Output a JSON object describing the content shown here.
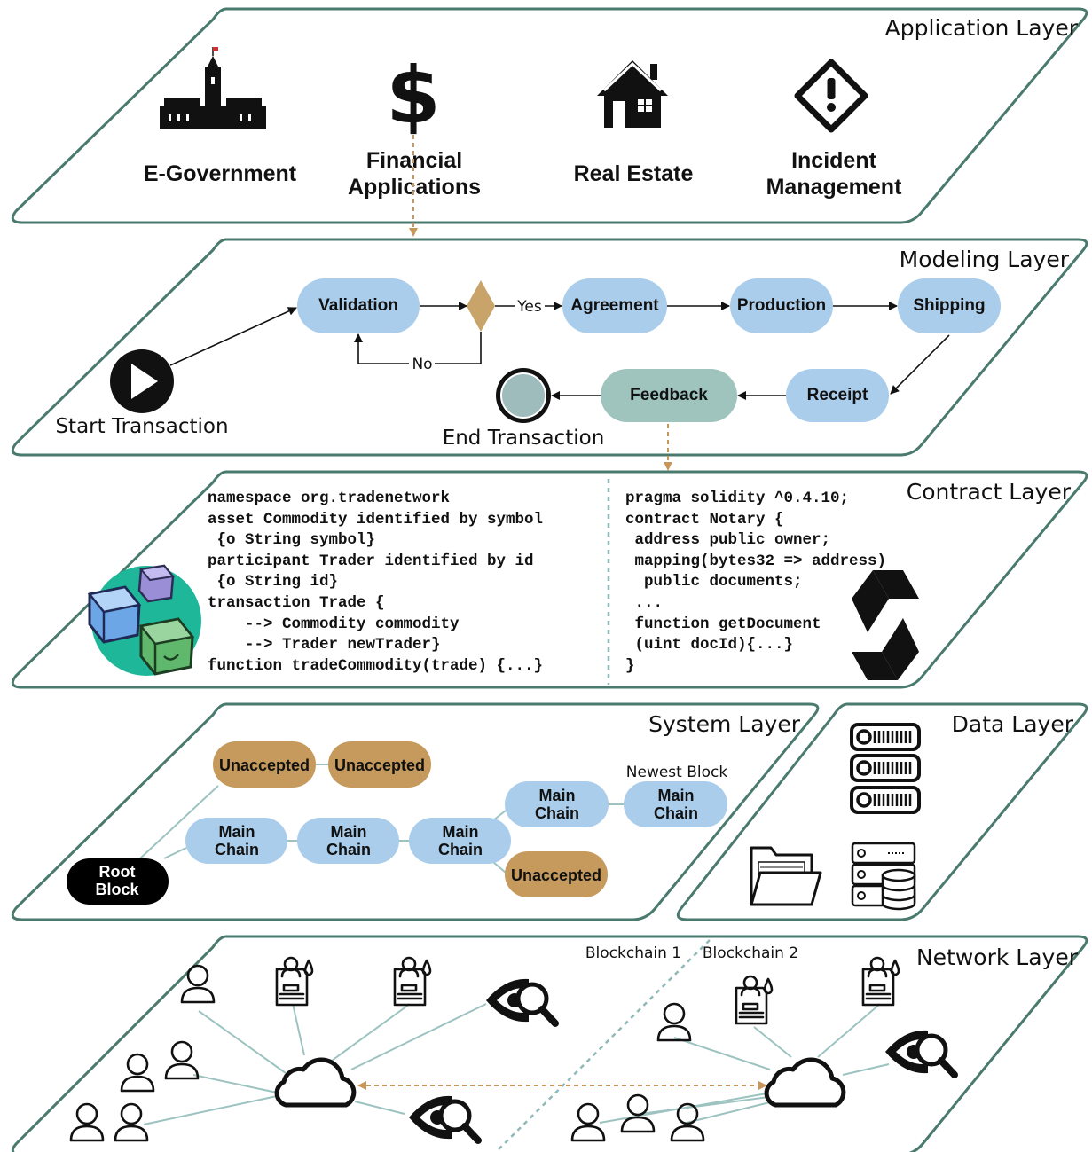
{
  "layers": {
    "application": "Application Layer",
    "modeling": "Modeling Layer",
    "contract": "Contract Layer",
    "system": "System Layer",
    "data": "Data Layer",
    "network": "Network Layer"
  },
  "applications": {
    "egov": "E-Government",
    "financial_1": "Financial",
    "financial_2": "Applications",
    "real_estate": "Real Estate",
    "incident_1": "Incident",
    "incident_2": "Management"
  },
  "modeling": {
    "validation": "Validation",
    "yes": "Yes",
    "no": "No",
    "agreement": "Agreement",
    "production": "Production",
    "shipping": "Shipping",
    "receipt": "Receipt",
    "feedback": "Feedback",
    "start": "Start Transaction",
    "end": "End Transaction"
  },
  "contract": {
    "code_left": [
      "namespace org.tradenetwork",
      "asset Commodity identified by symbol",
      " {o String symbol}",
      "participant Trader identified by id",
      " {o String id}",
      "transaction Trade {",
      "    --> Commodity commodity",
      "    --> Trader newTrader}",
      "function tradeCommodity(trade) {...}"
    ],
    "code_right": [
      "pragma solidity ^0.4.10;",
      "contract Notary {",
      " address public owner;",
      " mapping(bytes32 => address)",
      "  public documents;",
      " ...",
      " function getDocument",
      " (uint docId){...}",
      "}"
    ]
  },
  "system": {
    "unaccepted": "Unaccepted",
    "main": "Main",
    "chain": "Chain",
    "root_1": "Root",
    "root_2": "Block",
    "newest": "Newest Block"
  },
  "network": {
    "blockchain1": "Blockchain 1",
    "blockchain2": "Blockchain 2"
  },
  "colors": {
    "blue_node": "#a9cdeb",
    "brown_node": "#c59a5c",
    "teal_node": "#9ec4bd",
    "diamond": "#c8a46a",
    "dash": "#c8955a"
  }
}
